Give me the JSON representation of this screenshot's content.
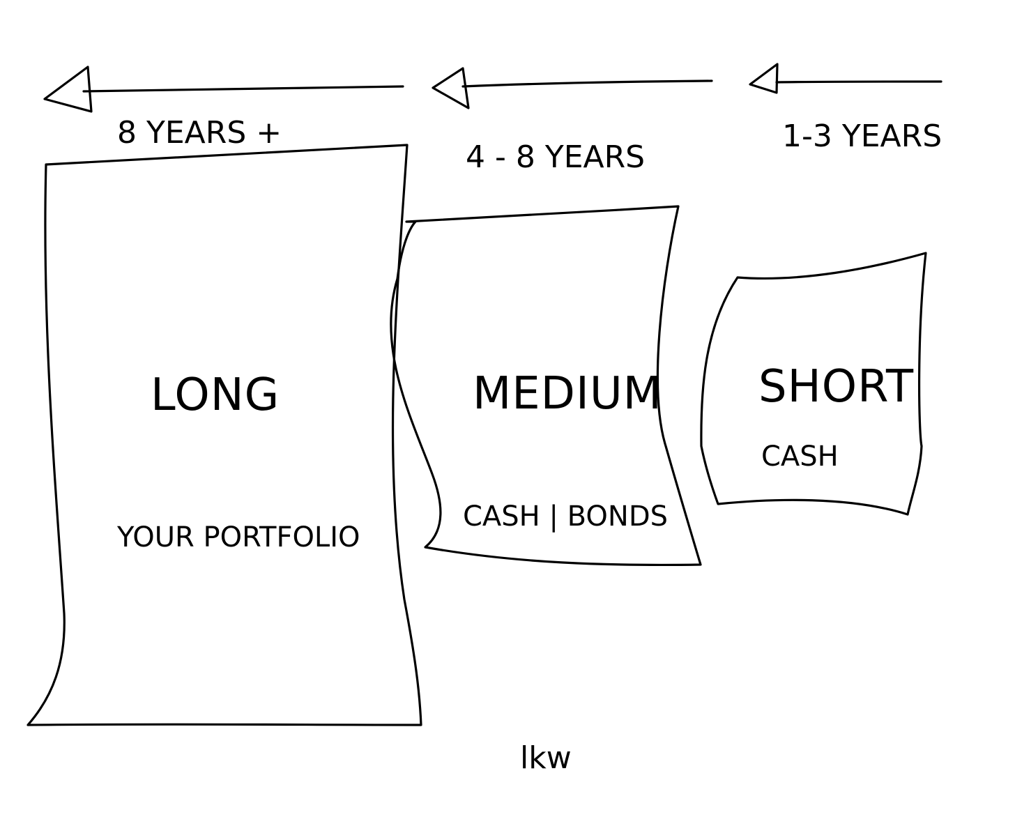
{
  "timeline": {
    "long_range": "8 YEARS +",
    "medium_range": "4 - 8 YEARS",
    "short_range": "1-3 YEARS"
  },
  "buckets": {
    "long": {
      "title": "LONG",
      "subtitle": "YOUR PORTFOLIO"
    },
    "medium": {
      "title": "MEDIUM",
      "subtitle": "CASH | BONDS"
    },
    "short": {
      "title": "SHORT",
      "subtitle": "CASH"
    }
  },
  "signature": "lkw",
  "colors": {
    "ink": "#000000",
    "background": "#ffffff"
  },
  "icons": [
    "arrow-left-icon"
  ]
}
